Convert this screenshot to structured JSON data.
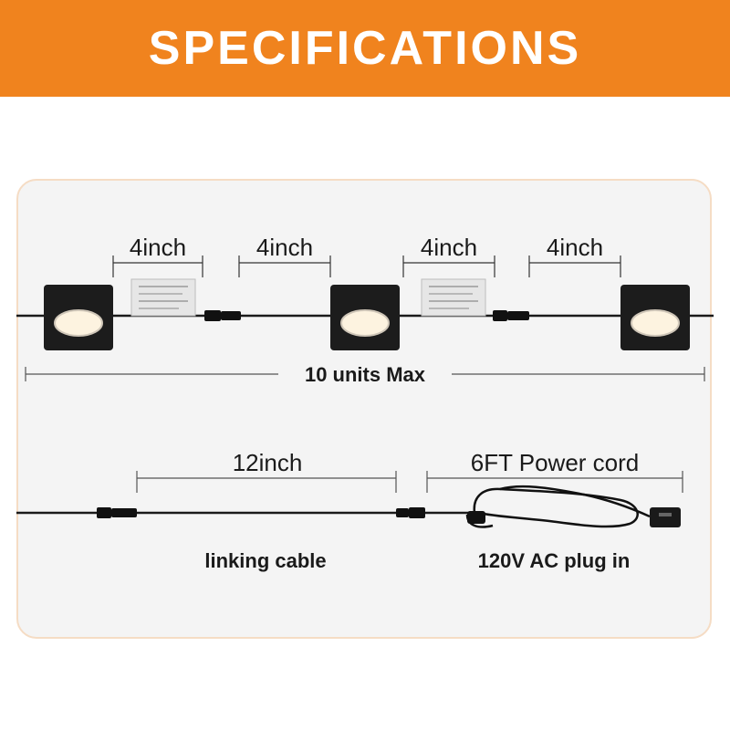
{
  "header": {
    "title": "SPECIFICATIONS"
  },
  "spacing": {
    "labels": [
      "4inch",
      "4inch",
      "4inch",
      "4inch"
    ]
  },
  "units_max": "10 units Max",
  "linking": {
    "length_label": "12inch",
    "caption": "linking cable"
  },
  "power": {
    "length_label": "6FT Power cord",
    "caption": "120V AC plug in"
  },
  "colors": {
    "banner": "#f0831e",
    "panel_border": "#f5dcc4",
    "light_body": "#1c1c1c",
    "light_lens": "#fdf3e0"
  }
}
